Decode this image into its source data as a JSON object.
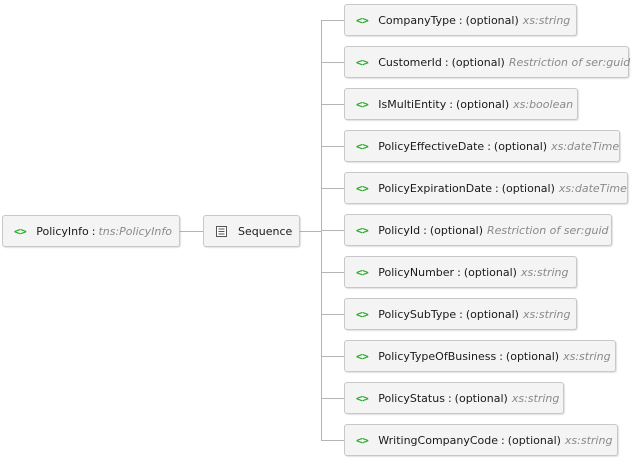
{
  "colors": {
    "element_icon": "#1fae1f",
    "type_text": "#8a8a8a",
    "node_bg": "#f4f4f4",
    "node_border": "#c8c8c8",
    "connector": "#b4b4b4"
  },
  "root": {
    "icon": "<>",
    "name": "PolicyInfo",
    "separator": ":",
    "type": "tns:PolicyInfo"
  },
  "sequence": {
    "icon": "sequence-icon",
    "label": "Sequence"
  },
  "children": [
    {
      "icon": "<>",
      "name": "CompanyType",
      "separator": ":",
      "optional": "(optional)",
      "type": "xs:string"
    },
    {
      "icon": "<>",
      "name": "CustomerId",
      "separator": ":",
      "optional": "(optional)",
      "type": "Restriction of ser:guid"
    },
    {
      "icon": "<>",
      "name": "IsMultiEntity",
      "separator": ":",
      "optional": "(optional)",
      "type": "xs:boolean"
    },
    {
      "icon": "<>",
      "name": "PolicyEffectiveDate",
      "separator": ":",
      "optional": "(optional)",
      "type": "xs:dateTime"
    },
    {
      "icon": "<>",
      "name": "PolicyExpirationDate",
      "separator": ":",
      "optional": "(optional)",
      "type": "xs:dateTime"
    },
    {
      "icon": "<>",
      "name": "PolicyId",
      "separator": ":",
      "optional": "(optional)",
      "type": "Restriction of ser:guid"
    },
    {
      "icon": "<>",
      "name": "PolicyNumber",
      "separator": ":",
      "optional": "(optional)",
      "type": "xs:string"
    },
    {
      "icon": "<>",
      "name": "PolicySubType",
      "separator": ":",
      "optional": "(optional)",
      "type": "xs:string"
    },
    {
      "icon": "<>",
      "name": "PolicyTypeOfBusiness",
      "separator": ":",
      "optional": "(optional)",
      "type": "xs:string"
    },
    {
      "icon": "<>",
      "name": "PolicyStatus",
      "separator": ":",
      "optional": "(optional)",
      "type": "xs:string"
    },
    {
      "icon": "<>",
      "name": "WritingCompanyCode",
      "separator": ":",
      "optional": "(optional)",
      "type": "xs:string"
    }
  ]
}
